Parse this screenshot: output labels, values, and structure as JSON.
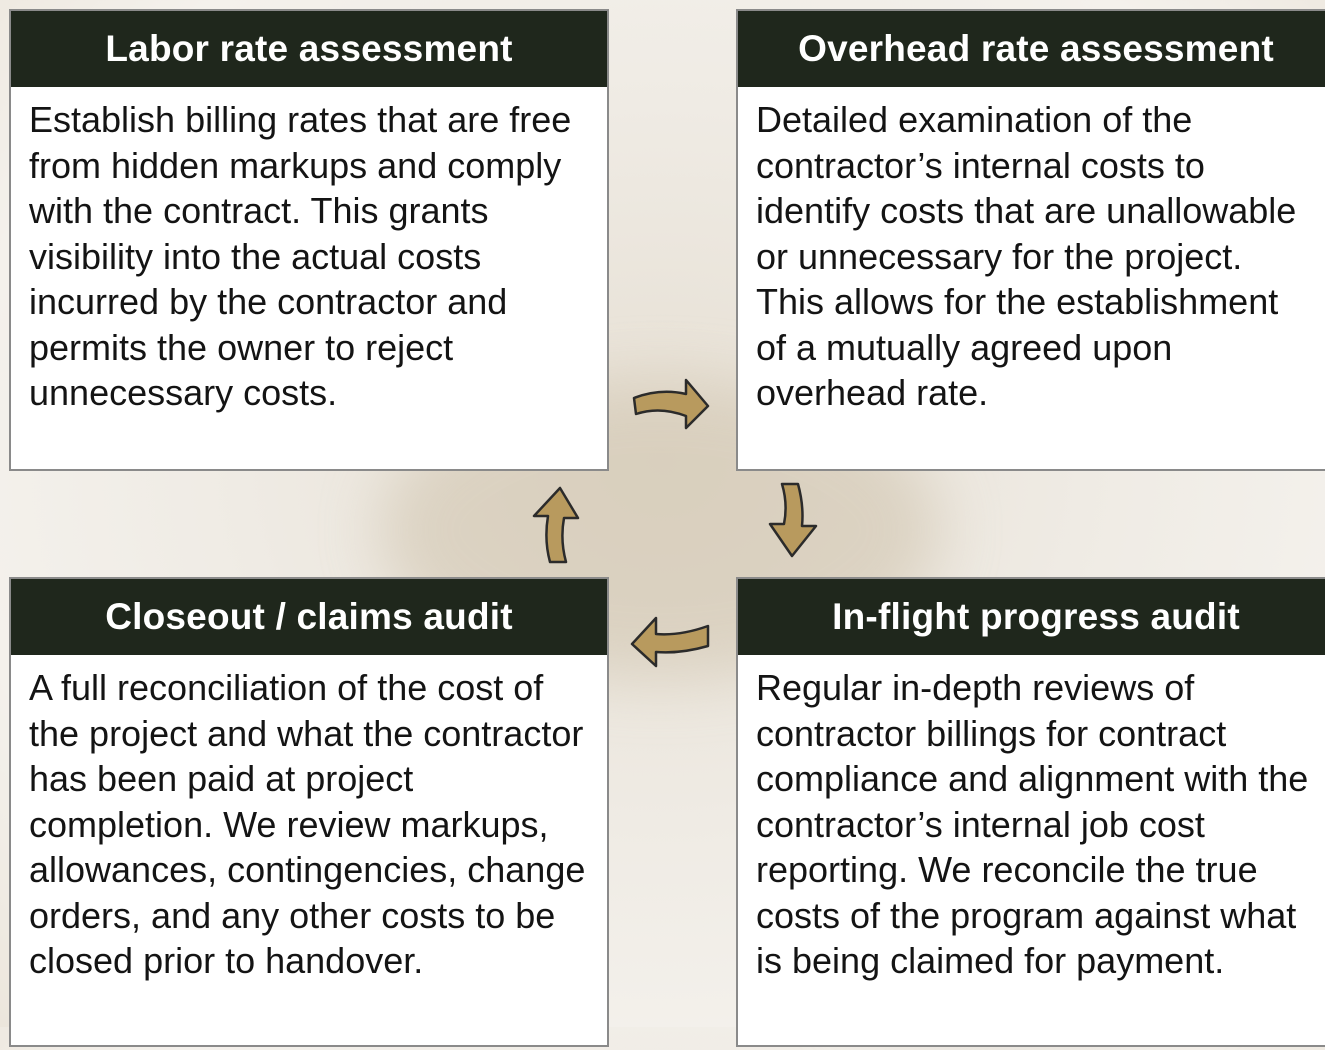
{
  "cards": {
    "labor": {
      "title": "Labor rate assessment",
      "body": "Establish billing rates that are free from hidden markups and comply with the contract. This grants visibility into the actual costs incurred by the contractor and permits the owner to reject unnecessary costs."
    },
    "overhead": {
      "title": "Overhead rate assessment",
      "body": "Detailed examination of the contractor’s internal costs to identify costs that are unallowable or unnecessary for the project. This allows for the establishment of a mutually agreed upon overhead rate."
    },
    "closeout": {
      "title": "Closeout / claims audit",
      "body": "A full reconciliation of the cost of the project and what the contractor has been paid at project completion. We review markups, allowances, contingencies, change orders, and any other costs to be closed prior to handover."
    },
    "inflight": {
      "title": "In-flight progress audit",
      "body": "Regular in-depth reviews of contractor billings for contract compliance and alignment with the contractor’s internal job cost reporting. We reconcile the true costs of the program against what is being claimed for payment."
    }
  },
  "colors": {
    "header_bg": "#1f271c",
    "header_text": "#ffffff",
    "arrow_fill": "#b89a5e",
    "arrow_stroke": "#2b2b2b",
    "card_border": "#8a8a8a"
  },
  "icons": {
    "arrow_right": "curved-arrow-right-icon",
    "arrow_down": "curved-arrow-down-icon",
    "arrow_left": "curved-arrow-left-icon",
    "arrow_up": "curved-arrow-up-icon"
  }
}
